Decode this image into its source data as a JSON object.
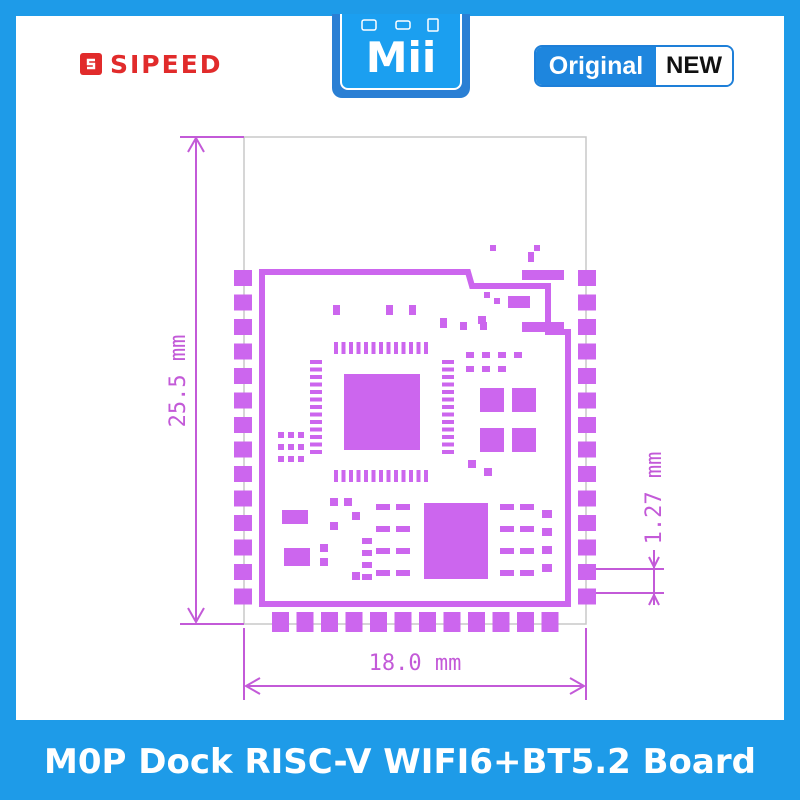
{
  "brand": {
    "name": "SIPEED",
    "logo_icon": "sipeed-logo-icon",
    "color": "#e12b2b"
  },
  "badge": {
    "text": "Mii"
  },
  "tag": {
    "left": "Original",
    "right": "NEW"
  },
  "dimensions": {
    "height": "25.5 mm",
    "width": "18.0 mm",
    "pitch": "1.27 mm"
  },
  "caption": "M0P Dock RISC-V WIFI6+BT5.2 Board",
  "colors": {
    "accent": "#1e9be8",
    "pad": "#cc66ee",
    "dimension_line": "#c35ad8"
  }
}
